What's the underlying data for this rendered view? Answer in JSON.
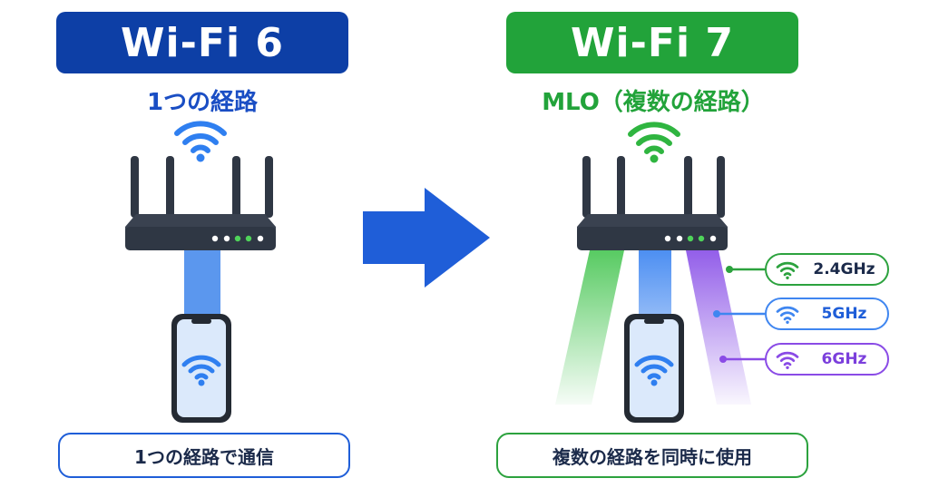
{
  "left": {
    "title": "Wi-Fi 6",
    "subtitle": "1つの経路",
    "caption": "1つの経路で通信"
  },
  "right": {
    "title": "Wi-Fi 7",
    "subtitle": "MLO（複数の経路）",
    "caption": "複数の経路を同時に使用",
    "bands": [
      {
        "label": "2.4GHz",
        "color": "#2ca23e"
      },
      {
        "label": "5GHz",
        "color": "#3f86f0"
      },
      {
        "label": "6GHz",
        "color": "#8a4be6"
      }
    ]
  },
  "colors": {
    "wifi6_title_bg": "#0d3fa6",
    "wifi7_title_bg": "#22a33a",
    "arrow": "#1f5ed8",
    "router_body": "#2f3744"
  },
  "icons": [
    "wifi-icon",
    "router",
    "smartphone",
    "right-arrow"
  ]
}
